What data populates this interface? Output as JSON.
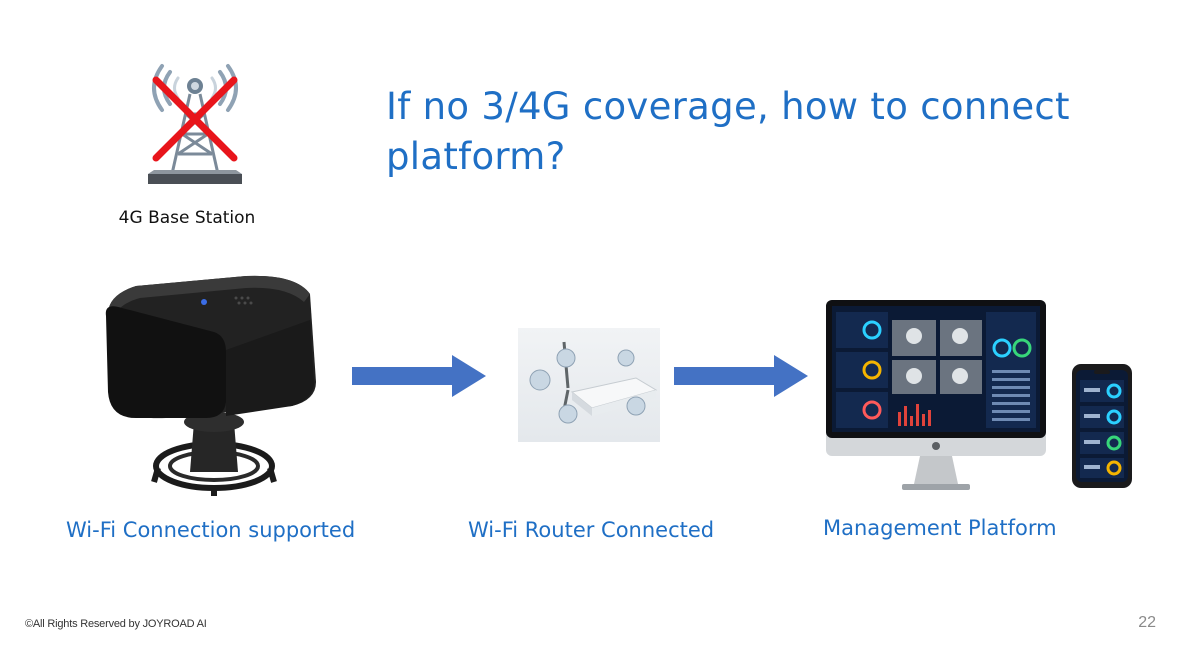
{
  "slide": {
    "title": "If no 3/4G coverage, how to connect platform?",
    "page_number": "22",
    "copyright": "©All Rights Reserved by JOYROAD AI"
  },
  "base_station": {
    "label": "4G Base Station",
    "icon": "cell-tower-icon",
    "status_icon": "red-cross-icon"
  },
  "flow": {
    "steps": [
      {
        "caption": "Wi-Fi Connection supported",
        "image": "camera-device"
      },
      {
        "caption": "Wi-Fi Router Connected",
        "image": "wifi-router"
      },
      {
        "caption": "Management Platform",
        "image": "monitor-and-phone-dashboard"
      }
    ],
    "arrow_color": "#4472c4"
  },
  "colors": {
    "title": "#1f6fc5",
    "caption": "#1f6fc5",
    "cross": "#e8151b"
  }
}
